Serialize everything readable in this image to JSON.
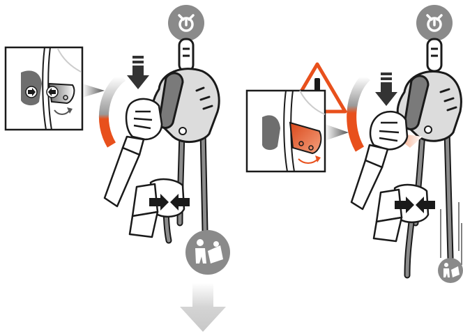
{
  "colors": {
    "ink": "#1a1a1a",
    "rope": "#8c8c8c",
    "device": "#d9d9d9",
    "badge": "#8a8a8a",
    "accent": "#e8501c",
    "arrow_light": "#cfcfcf",
    "warning_fill": "#ffffff",
    "warning_stroke": "#e8501c"
  },
  "panels": [
    {
      "id": "correct",
      "top_badge": "anchor-icon",
      "bottom_badge": "load-worker-icon",
      "inset": "lever-detail-neutral",
      "arc": "lever-travel-arc",
      "motion": "descend-arrow"
    },
    {
      "id": "incorrect",
      "top_badge": "anchor-icon",
      "bottom_badge": "load-worker-icon",
      "inset": "lever-detail-excessive",
      "warning": "warning-icon",
      "arc": "lever-travel-arc-excessive",
      "motion": "fall-lines"
    }
  ]
}
